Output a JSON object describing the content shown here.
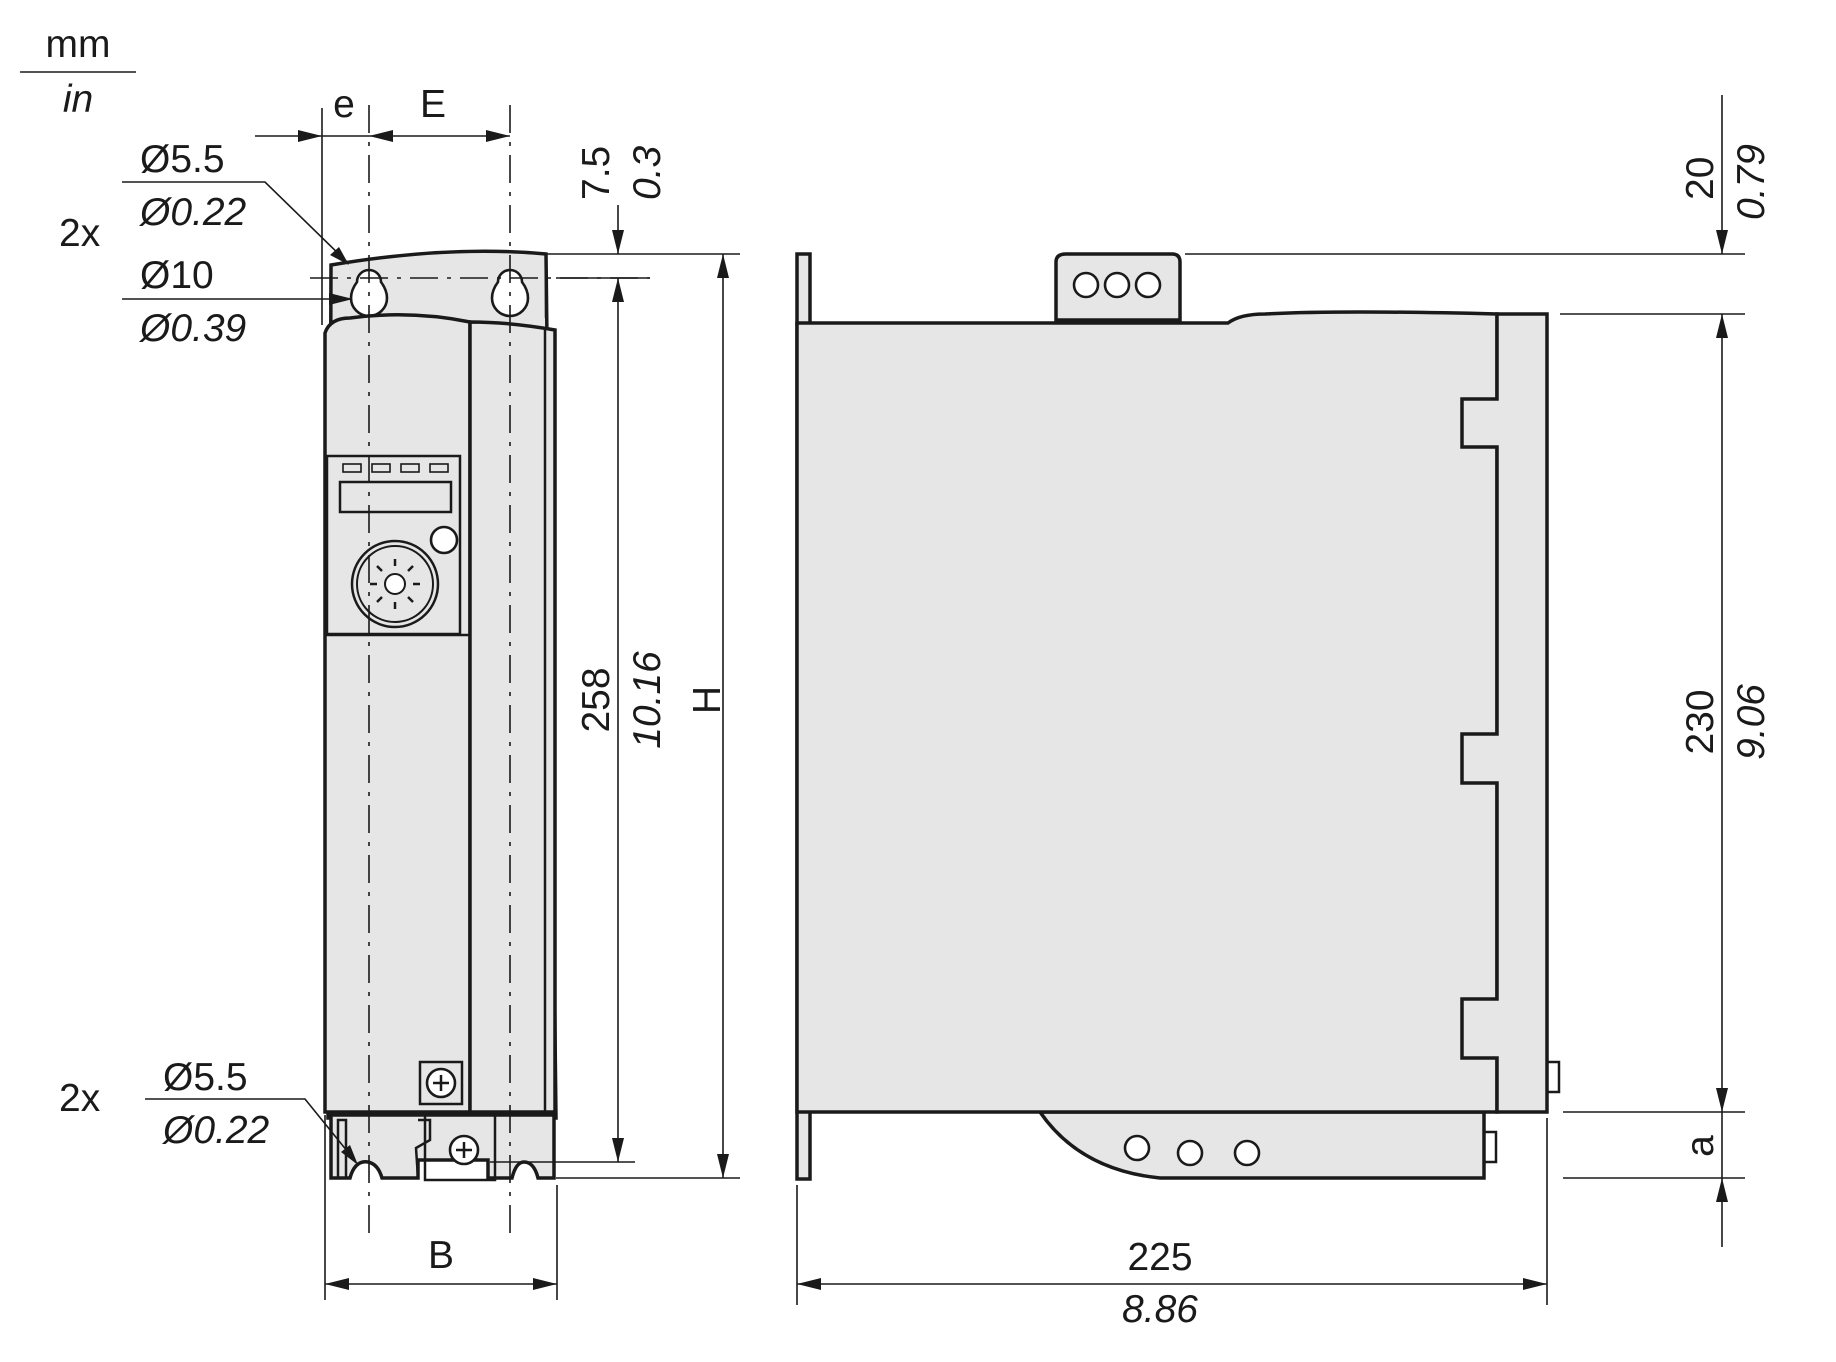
{
  "units": {
    "top": "mm",
    "bottom": "in"
  },
  "front_view": {
    "top_holes": {
      "qty": "2x",
      "dia_small_mm": "Ø5.5",
      "dia_small_in": "Ø0.22",
      "dia_large_mm": "Ø10",
      "dia_large_in": "Ø0.39"
    },
    "bottom_holes": {
      "qty": "2x",
      "dia_mm": "Ø5.5",
      "dia_in": "Ø0.22"
    },
    "dim_e": "e",
    "dim_E": "E",
    "dim_B": "B",
    "dim_H": "H",
    "top_offset": {
      "mm": "7.5",
      "in": "0.3"
    },
    "height": {
      "mm": "258",
      "in": "10.16"
    }
  },
  "side_view": {
    "top_ext": {
      "mm": "20",
      "in": "0.79"
    },
    "body_height": {
      "mm": "230",
      "in": "9.06"
    },
    "dim_a": "a",
    "depth": {
      "mm": "225",
      "in": "8.86"
    }
  }
}
